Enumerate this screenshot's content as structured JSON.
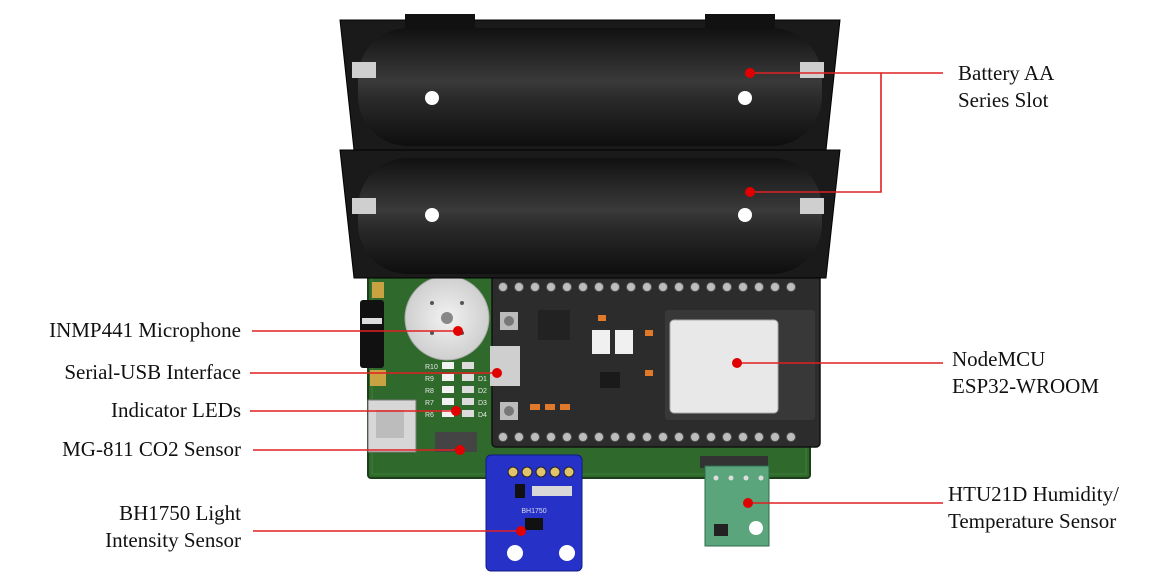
{
  "labels": {
    "battery": [
      "Battery AA",
      "Series Slot"
    ],
    "microphone": "INMP441 Microphone",
    "serial_usb": "Serial-USB Interface",
    "leds": "Indicator LEDs",
    "co2": "MG-811 CO2 Sensor",
    "light": [
      "BH1750 Light",
      "Intensity Sensor"
    ],
    "nodemcu": [
      "NodeMCU",
      "ESP32-WROOM"
    ],
    "htu": [
      "HTU21D Humidity/",
      "Temperature Sensor"
    ]
  },
  "silkscreen": {
    "resistors": [
      "R10",
      "R9",
      "R8",
      "R7",
      "R6"
    ],
    "leds": [
      "D1",
      "D2",
      "D3",
      "D4"
    ],
    "bh_module": "BH1750"
  },
  "colors": {
    "pcb": "#2f6a2c",
    "battery_body": "#1d1d1d",
    "esp_module": "#2a2a2a",
    "shield": "#e8e8e8",
    "bh_module": "#2631c8",
    "htu_module": "#5aa57c",
    "leader": "#e02020"
  }
}
